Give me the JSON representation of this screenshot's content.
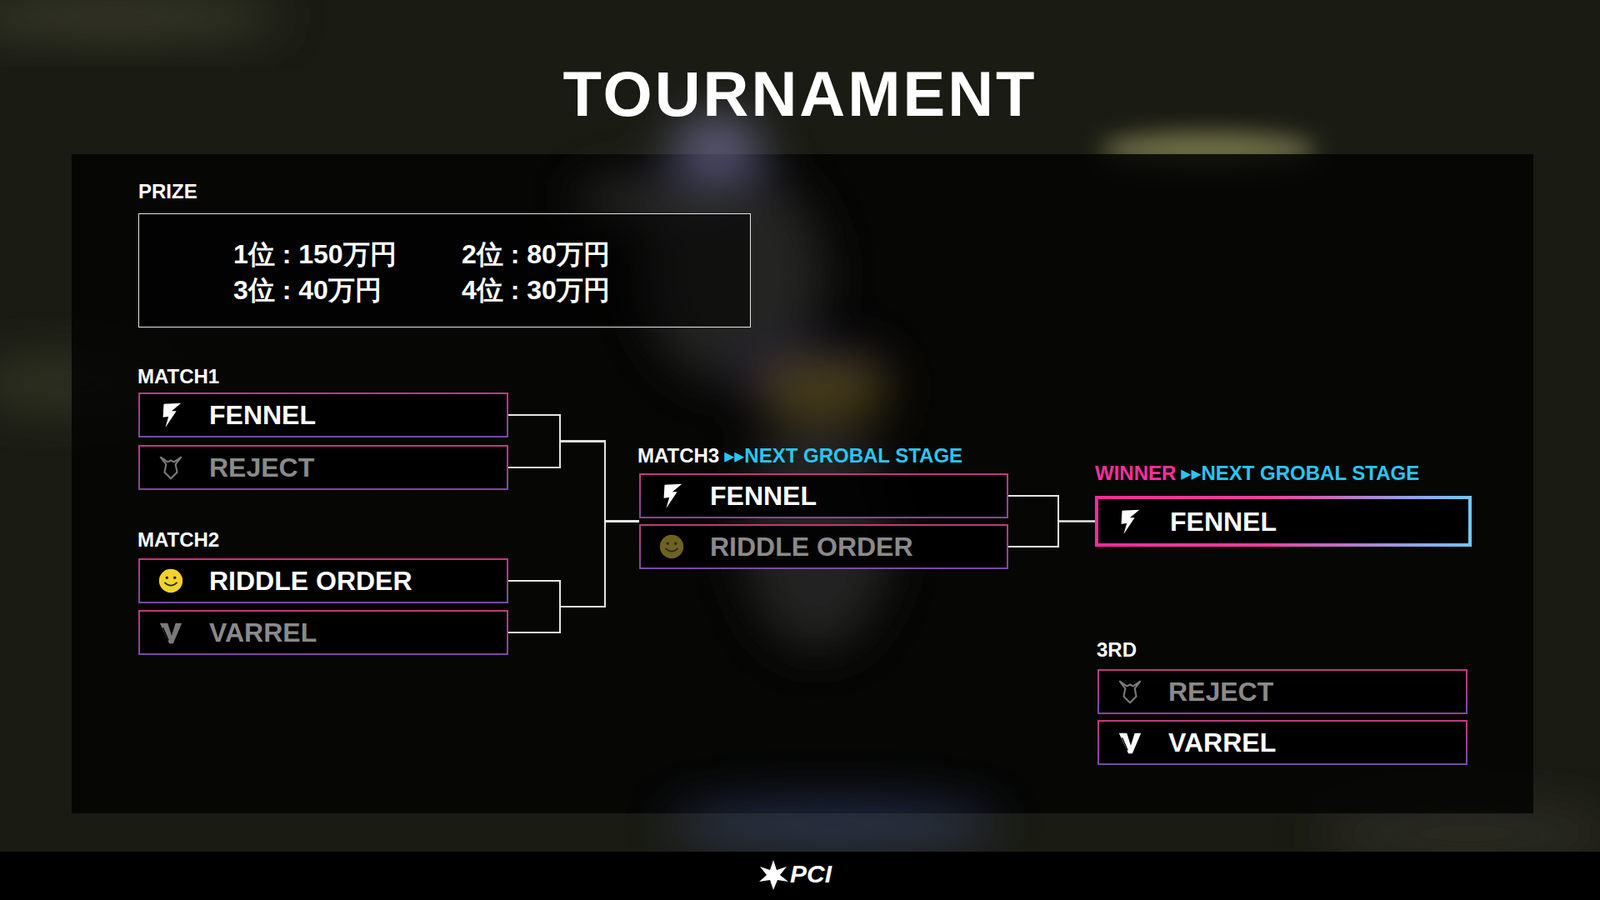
{
  "diagram": {
    "title": "TOURNAMENT",
    "nodes": [
      {
        "text": [
          "PRIZE",
          "1位 : 150万円",
          "2位 : 80万円",
          "3位 : 40万円",
          "4位 : 30万円"
        ]
      },
      {
        "text": [
          "FENNEL"
        ]
      },
      {
        "text": [
          "REJECT"
        ]
      },
      {
        "text": [
          "RIDDLE ORDER"
        ]
      },
      {
        "text": [
          "VARREL"
        ]
      },
      {
        "text": [
          "FENNEL"
        ]
      },
      {
        "text": [
          "RIDDLE ORDER"
        ]
      },
      {
        "text": [
          "FENNEL"
        ]
      },
      {
        "text": [
          "REJECT"
        ]
      },
      {
        "text": [
          "VARREL"
        ]
      }
    ],
    "edges": [
      {
        "from": 1,
        "to": 5,
        "arrow": "none"
      },
      {
        "from": 1,
        "to": 6,
        "arrow": "none"
      },
      {
        "from": 2,
        "to": 5,
        "arrow": "none"
      },
      {
        "from": 2,
        "to": 6,
        "arrow": "none"
      },
      {
        "from": 3,
        "to": 5,
        "arrow": "none"
      },
      {
        "from": 3,
        "to": 6,
        "arrow": "none"
      },
      {
        "from": 4,
        "to": 5,
        "arrow": "none"
      },
      {
        "from": 4,
        "to": 6,
        "arrow": "none"
      },
      {
        "from": 5,
        "to": 7,
        "arrow": "none"
      },
      {
        "from": 6,
        "to": 7,
        "arrow": "none"
      }
    ],
    "labels": [
      "MATCH1",
      "MATCH2",
      "MATCH3",
      "▸▸NEXT GROBAL STAGE",
      "WINNER",
      "▸▸NEXT GROBAL STAGE",
      "3RD",
      "PCI"
    ]
  }
}
